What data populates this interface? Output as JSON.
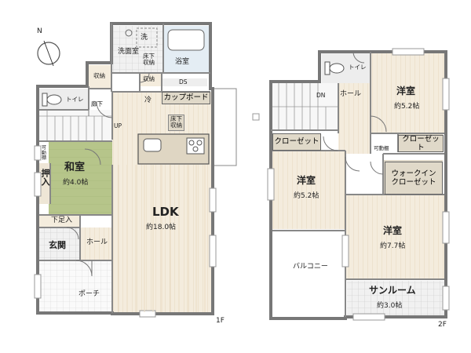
{
  "compass": {
    "north": "N"
  },
  "floor1": {
    "label": "1F",
    "wash": "洗",
    "washroom": "洗面室",
    "underfloor_storage": "床下\n収納",
    "bathroom": "浴室",
    "ds": "DS",
    "storage_a": "収納",
    "storage_b": "収納",
    "toilet": "トイレ",
    "hallway_storage": "廊下",
    "fridge": "冷",
    "cupboard": "カップボード",
    "kitchen_underfloor": "床下\n収納",
    "up": "UP",
    "movable_shelf": "可動棚",
    "washitsu": "和室",
    "washitsu_size": "約4.0帖",
    "oshiire": "押入",
    "ldk": "LDK",
    "ldk_size": "約18.0帖",
    "shoe_storage": "下足入",
    "entrance": "玄関",
    "hall": "ホール",
    "porch": "ポーチ"
  },
  "floor2": {
    "label": "2F",
    "toilet": "トイレ",
    "dn": "DN",
    "hall": "ホール",
    "room1": "洋室",
    "room1_size": "約5.2帖",
    "closet1": "クローゼット",
    "closet2": "クローゼット",
    "movable_shelf": "可動棚",
    "room2": "洋室",
    "room2_size": "約5.2帖",
    "walkin": "ウォークイン\nクローゼット",
    "room3": "洋室",
    "room3_size": "約7.7帖",
    "balcony": "バルコニー",
    "sunroom": "サンルーム",
    "sunroom_size": "約3.0帖"
  }
}
